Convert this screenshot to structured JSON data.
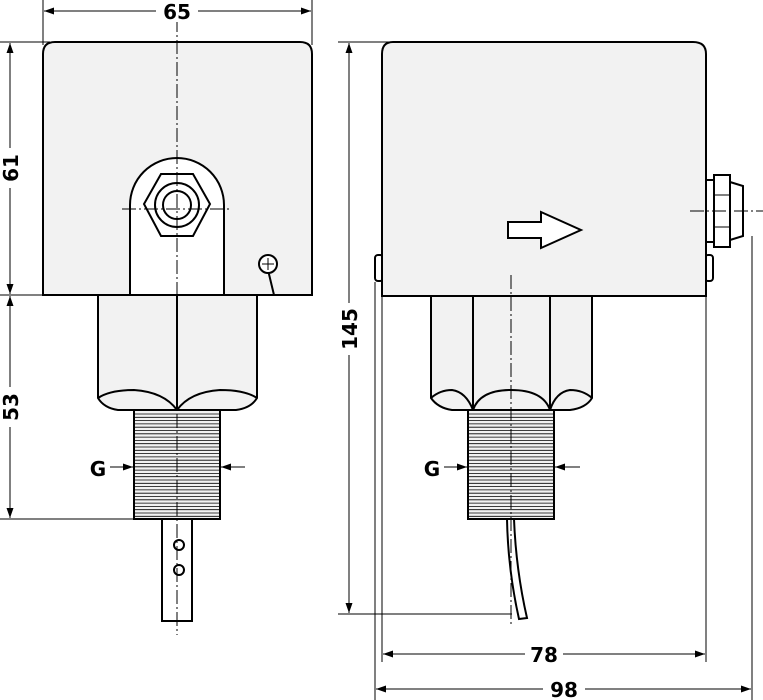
{
  "dimensions": {
    "top_width": "65",
    "upper_height": "61",
    "lower_height": "53",
    "total_height": "145",
    "body_depth": "78",
    "total_depth": "98",
    "thread_left": "G",
    "thread_right": "G"
  },
  "colors": {
    "line": "#000000",
    "body_fill": "#f2f2f2",
    "background": "#ffffff"
  }
}
